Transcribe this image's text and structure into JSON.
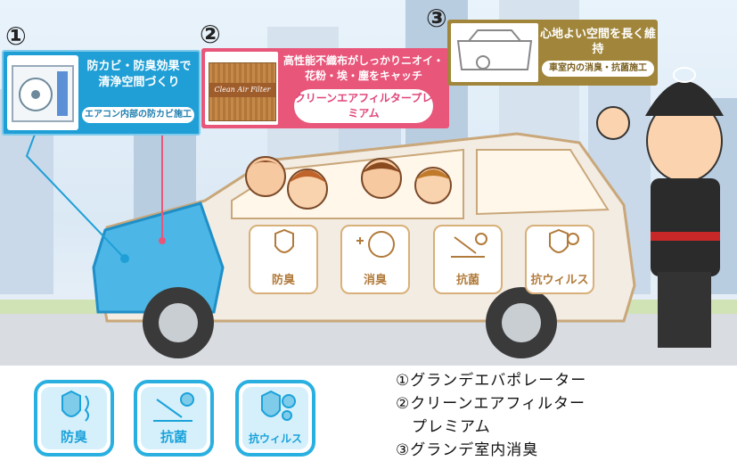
{
  "callouts": [
    {
      "number": "①",
      "title": "防カビ・防臭効果で清浄空間づくり",
      "subtitle": "エアコン内部の防カビ施工"
    },
    {
      "number": "②",
      "title": "高性能不織布がしっかりニオイ・花粉・埃・塵をキャッチ",
      "subtitle": "クリーンエアフィルタープレミアム",
      "product_label": "Clean Air Filter"
    },
    {
      "number": "③",
      "title": "心地よい空間を長く維持",
      "subtitle": "車室内の消臭・抗菌施工"
    }
  ],
  "car_icons": [
    "防臭",
    "消臭",
    "抗菌",
    "抗ウィルス"
  ],
  "bottom_icons": [
    "防臭",
    "抗菌",
    "抗ウィルス"
  ],
  "legend": [
    "①グランデエバポレーター",
    "②クリーンエアフィルター",
    "　プレミアム",
    "③グランデ室内消臭"
  ],
  "colors": {
    "blue": "#1f9fd6",
    "pink": "#e8567a",
    "gold": "#a0853a",
    "icon_border": "#2ab0e0"
  }
}
